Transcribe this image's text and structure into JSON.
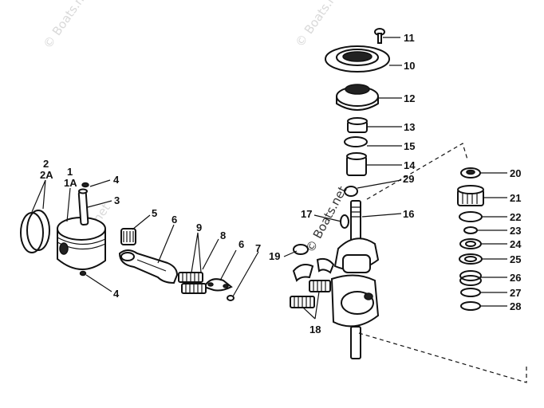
{
  "watermark": "© Boats.net",
  "callouts": [
    {
      "id": "c1",
      "text": "1"
    },
    {
      "id": "c1a",
      "text": "1A"
    },
    {
      "id": "c2",
      "text": "2"
    },
    {
      "id": "c2a",
      "text": "2A"
    },
    {
      "id": "c3",
      "text": "3"
    },
    {
      "id": "c4a",
      "text": "4"
    },
    {
      "id": "c4b",
      "text": "4"
    },
    {
      "id": "c5",
      "text": "5"
    },
    {
      "id": "c6a",
      "text": "6"
    },
    {
      "id": "c6b",
      "text": "6"
    },
    {
      "id": "c7",
      "text": "7"
    },
    {
      "id": "c8",
      "text": "8"
    },
    {
      "id": "c9",
      "text": "9"
    },
    {
      "id": "c10",
      "text": "10"
    },
    {
      "id": "c11",
      "text": "11"
    },
    {
      "id": "c12",
      "text": "12"
    },
    {
      "id": "c13",
      "text": "13"
    },
    {
      "id": "c14",
      "text": "14"
    },
    {
      "id": "c15",
      "text": "15"
    },
    {
      "id": "c16",
      "text": "16"
    },
    {
      "id": "c17",
      "text": "17"
    },
    {
      "id": "c18",
      "text": "18"
    },
    {
      "id": "c19",
      "text": "19"
    },
    {
      "id": "c20",
      "text": "20"
    },
    {
      "id": "c21",
      "text": "21"
    },
    {
      "id": "c22",
      "text": "22"
    },
    {
      "id": "c23",
      "text": "23"
    },
    {
      "id": "c24",
      "text": "24"
    },
    {
      "id": "c25",
      "text": "25"
    },
    {
      "id": "c26",
      "text": "26"
    },
    {
      "id": "c27",
      "text": "27"
    },
    {
      "id": "c28",
      "text": "28"
    },
    {
      "id": "c29",
      "text": "29"
    }
  ]
}
